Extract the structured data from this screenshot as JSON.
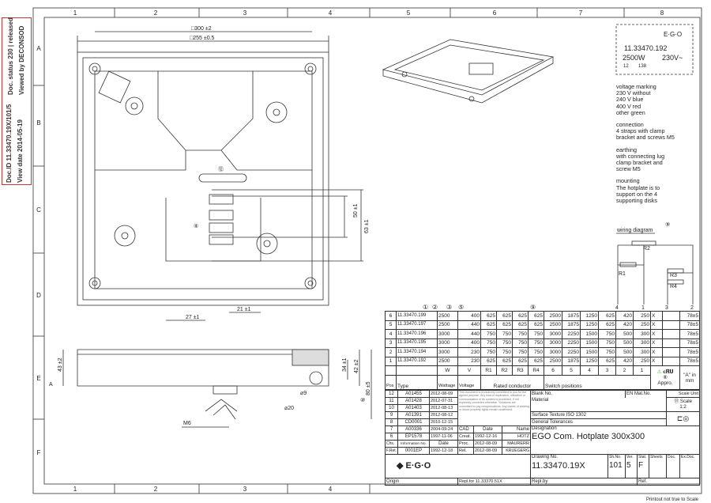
{
  "stamp": {
    "doc_id": "Doc.ID 11.33470.19X/101/5",
    "view_date": "View date 2014-05-19",
    "doc_status": "Doc. status 230 | released",
    "viewed_by": "Viewed by DECONSOD"
  },
  "grid": {
    "columns": [
      "1",
      "2",
      "3",
      "4",
      "5",
      "6",
      "7",
      "8"
    ],
    "rows": [
      "A",
      "B",
      "C",
      "D",
      "E",
      "F"
    ]
  },
  "dimensions": {
    "d300": "□300 ±2",
    "d255": "□255 ±0.5",
    "d50": "50 ±1",
    "d63": "63 ±1",
    "d27": "27 ±1",
    "d21": "21 ±1",
    "d43": "43 ±2",
    "d34": "34 ±1",
    "d42": "42 ±2",
    "d80": "80 ±5",
    "d9": "⌀9",
    "d20": "⌀20",
    "m6": "M6",
    "a": "A",
    "c12": "⑫",
    "c4": "④",
    "c10": "⑩"
  },
  "label": {
    "logo": "E·G·O",
    "type": "11.33470.192",
    "power": "2500W",
    "voltage": "230V~",
    "n1": "12",
    "n2": "138"
  },
  "notes": {
    "voltage": [
      "voltage marking",
      "230 V without",
      "240 V blue",
      "400 V red",
      "other  green"
    ],
    "connection": [
      "connection",
      "4 straps with clamp",
      "bracket and screws M5"
    ],
    "earthing": [
      "earthing",
      "with connecting lug",
      "clamp bracket and",
      "screw M5"
    ],
    "mounting": [
      "mounting",
      "The hotplate is to",
      "support on the 4",
      "supporting disks"
    ]
  },
  "wiring": {
    "title": "wiring diagram",
    "callout": "⑨",
    "r1": "R1",
    "r2": "R2",
    "r3": "R3",
    "r4": "R4",
    "terminals": [
      "4",
      "1",
      "3",
      "2"
    ]
  },
  "parts": {
    "callouts": [
      "①",
      "②",
      "③",
      "⑤",
      "⑨"
    ],
    "rows": [
      [
        "6",
        "11.33470.199",
        "2500",
        "400",
        "625",
        "625",
        "625",
        "625",
        "2500",
        "1875",
        "1250",
        "625",
        "420",
        "250",
        "X",
        "",
        "78±5"
      ],
      [
        "5",
        "11.33470.197",
        "2500",
        "440",
        "625",
        "625",
        "625",
        "625",
        "2500",
        "1875",
        "1250",
        "625",
        "420",
        "250",
        "X",
        "",
        "78±5"
      ],
      [
        "4",
        "11.33470.196",
        "3000",
        "440",
        "750",
        "750",
        "750",
        "750",
        "3000",
        "2250",
        "1500",
        "750",
        "500",
        "300",
        "X",
        "",
        "78±5"
      ],
      [
        "3",
        "11.33470.195",
        "3000",
        "400",
        "750",
        "750",
        "750",
        "750",
        "3000",
        "2250",
        "1500",
        "750",
        "500",
        "300",
        "X",
        "",
        "78±5"
      ],
      [
        "2",
        "11.33470.194",
        "3000",
        "230",
        "750",
        "750",
        "750",
        "750",
        "3000",
        "2250",
        "1500",
        "750",
        "500",
        "300",
        "X",
        "",
        "78±5"
      ],
      [
        "1",
        "11.33470.192",
        "2500",
        "230",
        "625",
        "625",
        "625",
        "625",
        "2500",
        "1875",
        "1250",
        "625",
        "420",
        "250",
        "X",
        "",
        "78±5"
      ]
    ],
    "units": [
      "W",
      "V",
      "R1",
      "R2",
      "R3",
      "R4",
      "6",
      "5",
      "4",
      "3",
      "2",
      "1"
    ],
    "headers": {
      "pos": "Pos",
      "type": "Type",
      "wattage": "Wattage",
      "voltage": "Voltage",
      "rated": "Rated conductor",
      "switch": "Switch positions",
      "appro": "Appro.",
      "appro_callout": "⑥",
      "ul": "c𝐑𝐔",
      "a_in_mm": "\"A\" in mm"
    }
  },
  "changes": {
    "rows": [
      [
        "12",
        "A01455",
        "2012-08-09"
      ],
      [
        "11",
        "A01428",
        "2012-07-31"
      ],
      [
        "10",
        "A01403",
        "2012-08-13"
      ],
      [
        "9",
        "A01391",
        "2012-08-12"
      ],
      [
        "8",
        "CD0001",
        "2010-12-15"
      ],
      [
        "7",
        "A00336",
        "2004-09-24"
      ],
      [
        "6",
        "EP1578",
        "1997-11-06"
      ]
    ],
    "header": [
      "Chs.",
      "Information No.",
      "Date"
    ],
    "fret": [
      "F.Ret.",
      "0001EP",
      "1992-12-18"
    ],
    "disclaimer": "This document is exclusively committed to you for the agreed purpose. Any kind of duplication, utilization or communication of its content is prohibited, if not expressly conceded otherwise. Violations are committed to pay compensations. Any claims of existing or future property rights remain unaffected."
  },
  "approvals": {
    "header": [
      "CAD",
      "Date",
      "Name"
    ],
    "rows": [
      [
        "Creat.",
        "1992-12-16",
        "HOTZ"
      ],
      [
        "Proc.",
        "2012-08-09",
        "MAURERR"
      ],
      [
        "Rel.",
        "2012-08-09",
        "KRUEGERG"
      ]
    ]
  },
  "title_block": {
    "blank_no": "Blank No.",
    "en_mat_no": "EN Mat.No.",
    "scale_unit": "Scale Unit",
    "material": "Material",
    "scale": "Scale",
    "scale_value": "1:2",
    "callout": "⑪",
    "surface": "Surface Texture ISO 1302",
    "tolerances": "General Tolerances",
    "designation_label": "Designation",
    "designation": "EGO Com. Hotplate 300x300",
    "logo": "E·G·O",
    "drawing_no_label": "Drawing No.",
    "drawing_no": "11.33470.19X",
    "sh_no_label": "Sh.No.",
    "sh_no": "101",
    "ver_label": "Ver.",
    "ver": "5",
    "stat_label": "Stat.",
    "stat": "F",
    "sheets": "Sheets",
    "doc": "Doc.",
    "ex_doc": "Ex.Doc.",
    "origin": "Origin",
    "repl_for": "Repl.for  11.33370.51X",
    "repl_by": "Repl.by",
    "ref": "Ref."
  },
  "footer": "Printout not true to Scale"
}
